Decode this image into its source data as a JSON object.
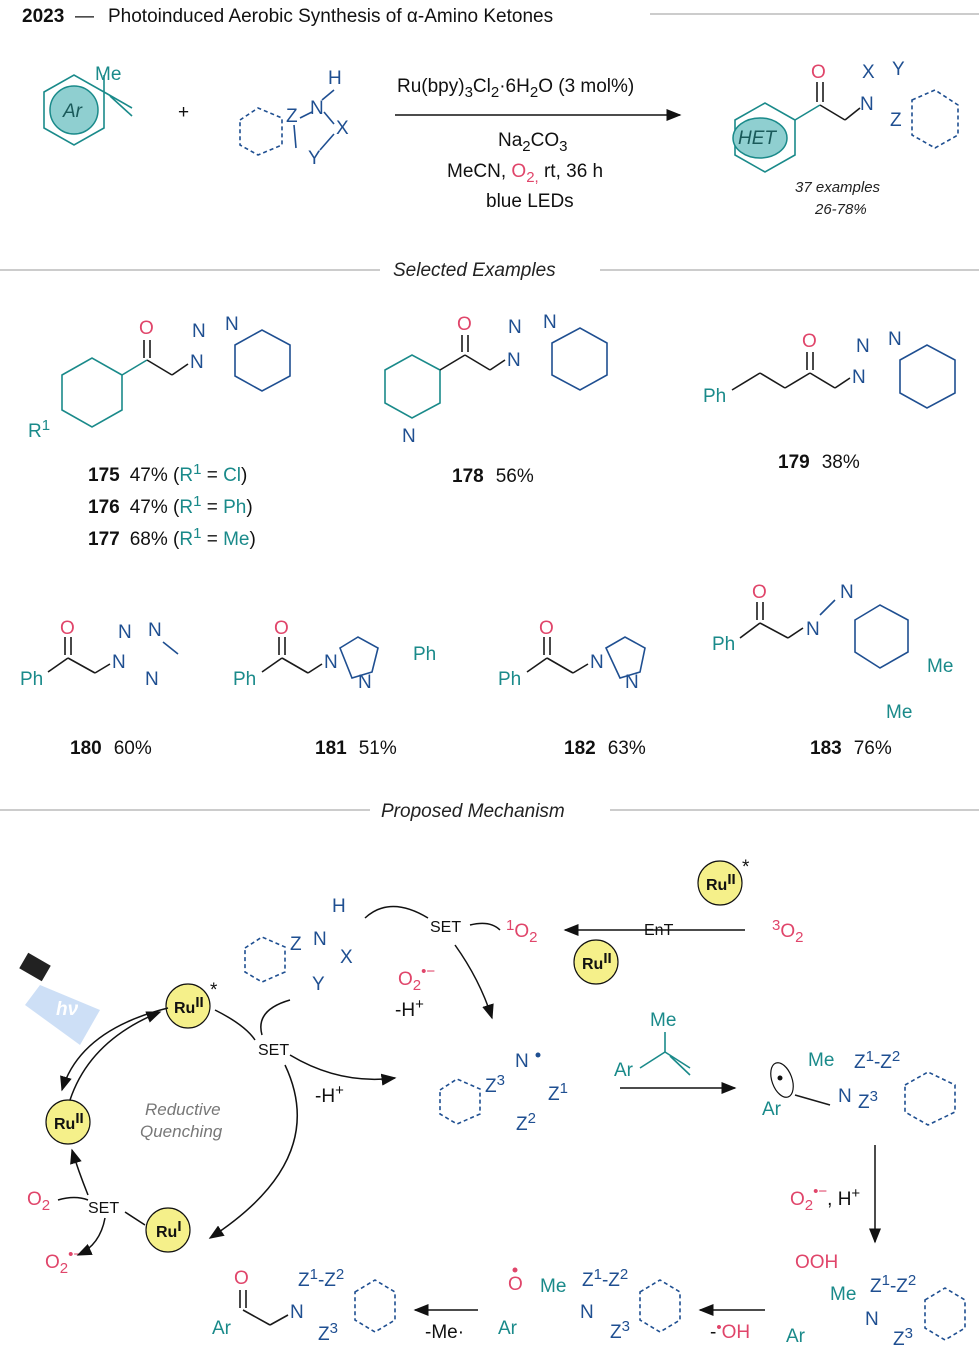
{
  "header": {
    "year": "2023",
    "title": "Photoinduced Aerobic Synthesis of α-Amino Ketones"
  },
  "reaction": {
    "catalyst_base": "Ru(bpy)",
    "catalyst_sub1": "3",
    "catalyst_mid": "Cl",
    "catalyst_sub2": "2",
    "catalyst_end": "·6H",
    "catalyst_sub3": "2",
    "catalyst_tail": "O (3 mol%)",
    "base": "Na",
    "base_sub1": "2",
    "base_mid": "CO",
    "base_sub2": "3",
    "solvent": "MeCN, ",
    "oxidant": "O",
    "oxidant_sub": "2,",
    "conditions": " rt, 36 h",
    "light": "blue LEDs",
    "plus": "+",
    "examples": "37 examples",
    "range": "26-78%",
    "ar_label": "Ar",
    "het_label": "HET",
    "me": "Me"
  },
  "sections": {
    "examples": "Selected Examples",
    "mechanism": "Proposed Mechanism"
  },
  "compounds": [
    {
      "id": "175",
      "yield": "47%",
      "note": "Cl"
    },
    {
      "id": "176",
      "yield": "47%",
      "note": "Ph"
    },
    {
      "id": "177",
      "yield": "68%",
      "note": "Me"
    },
    {
      "id": "178",
      "yield": "56%"
    },
    {
      "id": "179",
      "yield": "38%"
    },
    {
      "id": "180",
      "yield": "60%"
    },
    {
      "id": "181",
      "yield": "51%"
    },
    {
      "id": "182",
      "yield": "63%"
    },
    {
      "id": "183",
      "yield": "76%"
    }
  ],
  "mechanism": {
    "set": "SET",
    "ent": "EnT",
    "ru": "Ru",
    "ru2": "II",
    "ru1": "I",
    "singlet_o2": "O",
    "triplet_o2": "O",
    "minus_h": "-H",
    "minus_me": "-Me·",
    "minus_oh": "-·OH",
    "reductive": "Reductive",
    "quenching": "Quenching",
    "hv": "hν"
  },
  "colors": {
    "teal": "#1a8a8a",
    "blue": "#1f4f91",
    "red": "#e0456a",
    "ru_fill": "#f5f08a"
  }
}
